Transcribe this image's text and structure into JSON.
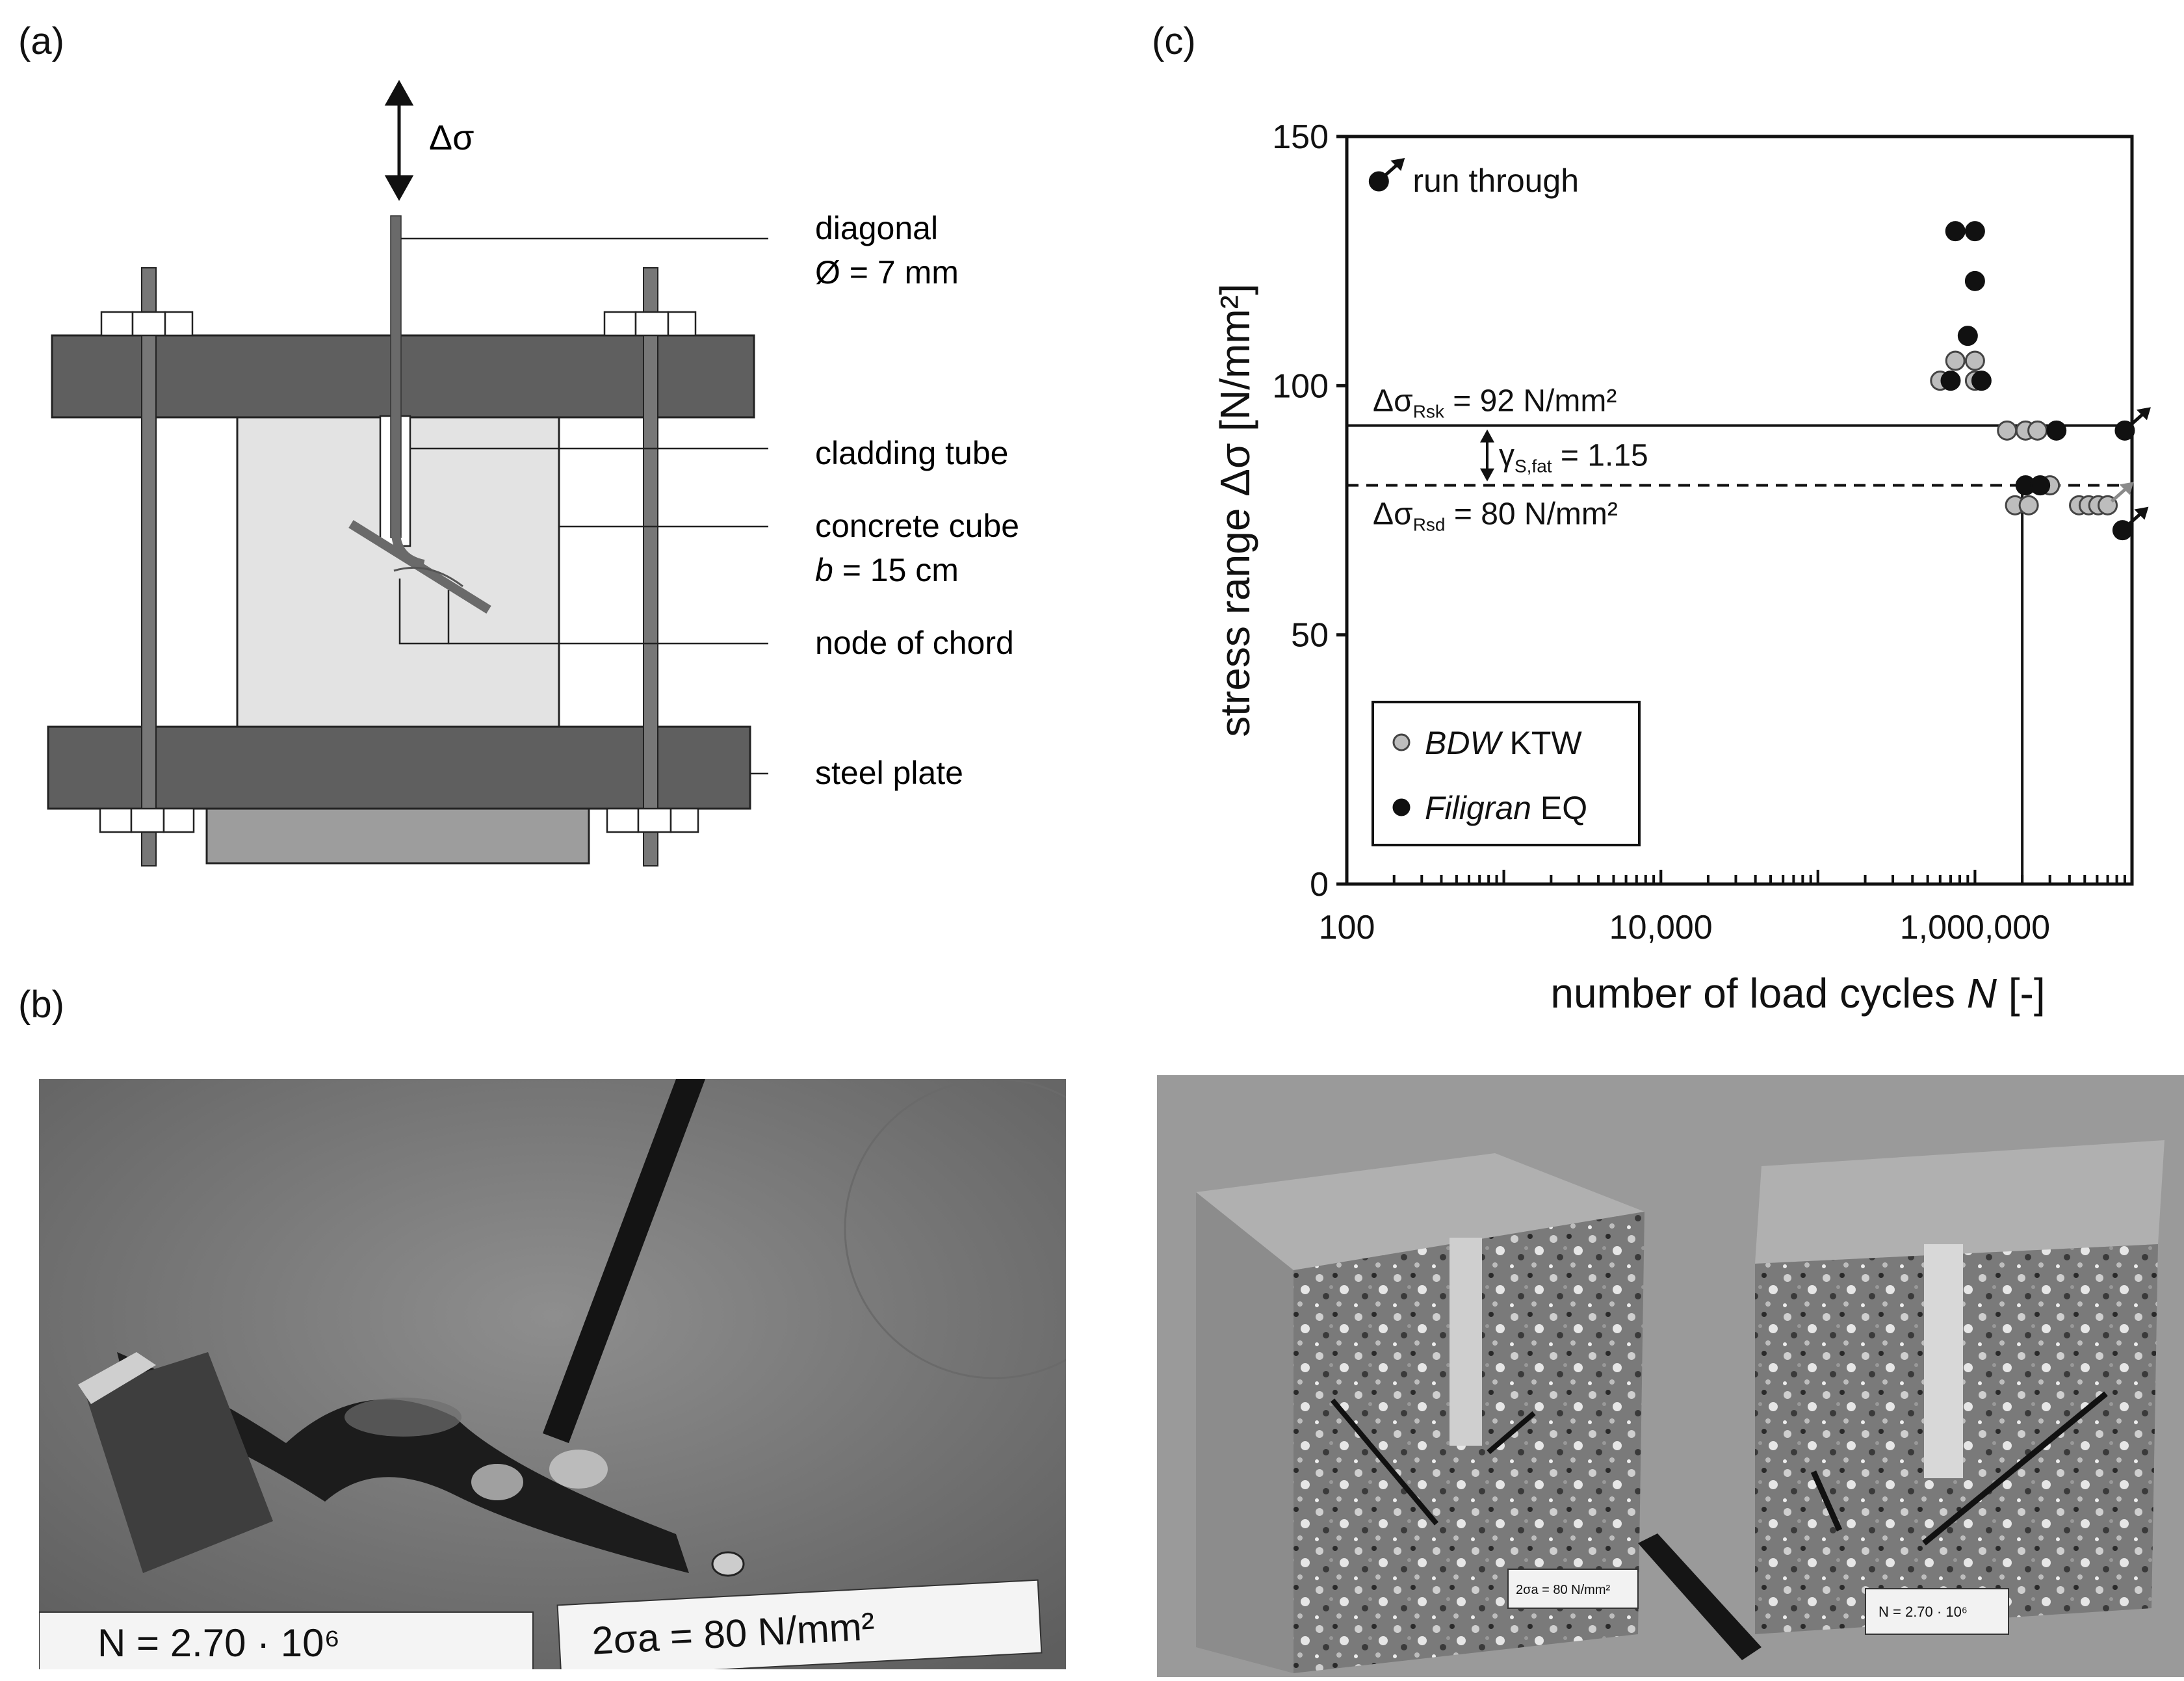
{
  "panels": {
    "a": "(a)",
    "b": "(b)",
    "c": "(c)"
  },
  "diagram": {
    "load_symbol": "Δσ",
    "labels": {
      "diagonal_line1": "diagonal",
      "diagonal_line2": "Ø = 7 mm",
      "cladding_tube": "cladding tube",
      "concrete_cube_line1": "concrete cube",
      "concrete_cube_var": "b",
      "concrete_cube_rest": " = 15 cm",
      "node_of_chord": "node of chord",
      "steel_plate": "steel plate"
    }
  },
  "photo_left": {
    "label_n": "N = 2.70 · 10⁶",
    "label_sigma": "2σa = 80 N/mm²"
  },
  "photo_right": {
    "label_sigma": "2σa = 80 N/mm²",
    "label_n": "N = 2.70 · 10⁶"
  },
  "chart_data": {
    "type": "scatter",
    "xlabel_main": "number of load cycles ",
    "xlabel_var": "N",
    "xlabel_unit": " [-]",
    "ylabel": "stress range Δσ [N/mm²]",
    "x_scale": "log",
    "xlim": [
      100,
      10000000
    ],
    "ylim": [
      0,
      150
    ],
    "x_ticks": [
      100,
      10000,
      1000000
    ],
    "x_tick_labels": [
      "100",
      "10,000",
      "1,000,000"
    ],
    "y_ticks": [
      0,
      50,
      100,
      150
    ],
    "y_tick_labels": [
      "0",
      "50",
      "100",
      "150"
    ],
    "legend_position": "bottom-left",
    "run_through_label": "run through",
    "reference_lines": [
      {
        "name": "Δσ_Rsk = 92 N/mm²",
        "sym": "Δσ",
        "sub": "Rsk",
        "rest": " = 92 N/mm²",
        "y": 92,
        "style": "solid"
      },
      {
        "name": "Δσ_Rsd = 80 N/mm²",
        "sym": "Δσ",
        "sub": "Rsd",
        "rest": " = 80 N/mm²",
        "y": 80,
        "style": "dashed"
      }
    ],
    "safety_factor": {
      "sym": "γ",
      "sub": "S,fat",
      "rest": " = 1.15"
    },
    "vertical_line_x": 2000000,
    "series": [
      {
        "name": "BDW KTW",
        "name_italic": "BDW",
        "name_rest": " KTW",
        "color": "#bdbdbd",
        "points": [
          [
            750000,
            105
          ],
          [
            1000000,
            105
          ],
          [
            600000,
            101
          ],
          [
            1000000,
            101
          ],
          [
            1600000,
            91
          ],
          [
            2100000,
            91
          ],
          [
            2500000,
            91
          ],
          [
            1800000,
            76
          ],
          [
            2200000,
            76
          ],
          [
            3000000,
            80
          ],
          [
            4600000,
            76
          ],
          [
            5300000,
            76
          ],
          [
            6100000,
            76
          ]
        ],
        "run_through": [
          [
            7000000,
            76
          ]
        ]
      },
      {
        "name": "Filigran EQ",
        "name_italic": "Filigran",
        "name_rest": " EQ",
        "color": "#111111",
        "points": [
          [
            750000,
            131
          ],
          [
            1000000,
            131
          ],
          [
            1000000,
            121
          ],
          [
            900000,
            110
          ],
          [
            700000,
            101
          ],
          [
            1100000,
            101
          ],
          [
            2100000,
            80
          ],
          [
            2600000,
            80
          ],
          [
            3300000,
            91
          ]
        ],
        "run_through": [
          [
            9000000,
            91
          ],
          [
            8700000,
            71
          ],
          [
            160,
            141
          ]
        ]
      }
    ]
  }
}
